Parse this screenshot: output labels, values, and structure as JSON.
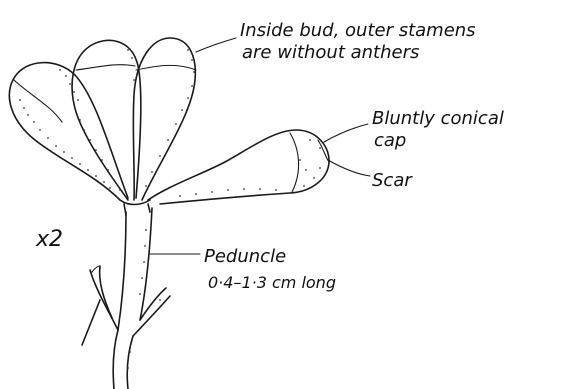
{
  "figure": {
    "scale": "x2",
    "labels": {
      "bud": "Inside bud, outer stamens are without anthers",
      "cap": "Bluntly conical cap",
      "scar": "Scar",
      "peduncle": "Peduncle 0·4–1·3 cm long"
    }
  }
}
